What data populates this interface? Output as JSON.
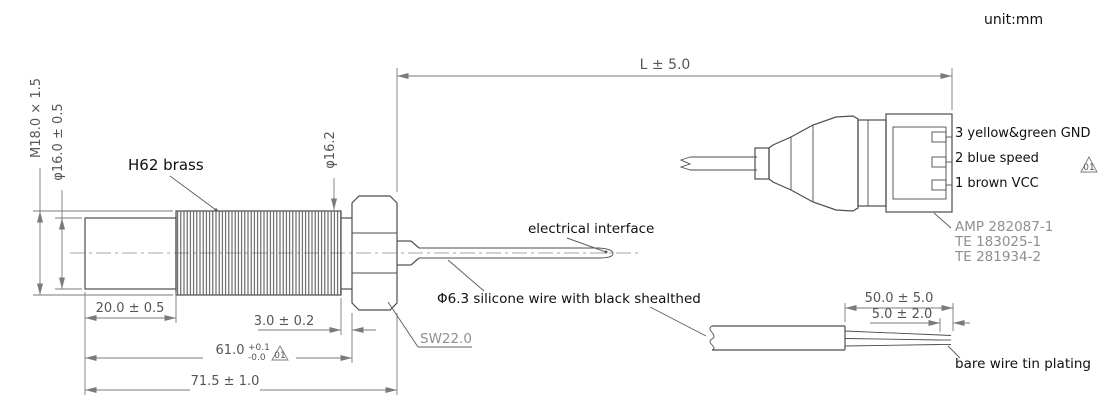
{
  "meta": {
    "unit_label": "unit:mm"
  },
  "sensor": {
    "material_label": "H62 brass",
    "thread_label": "M18.0 × 1.5",
    "body_dia_label": "φ16.0 ± 0.5",
    "thread_dia_label": "φ16.2",
    "hex_label": "SW22.0",
    "len_body": "20.0 ± 0.5",
    "len_neck": "3.0 ± 0.2",
    "len_thread": "61.0",
    "len_thread_tol_plus": "+0.1",
    "len_thread_tol_minus": "-0.0",
    "len_total": "71.5 ± 1.0"
  },
  "cable": {
    "length_label": "L ± 5.0",
    "interface_label": "electrical interface",
    "wire_note": "Φ6.3 silicone wire with black shealthed",
    "strip_len": "50.0 ± 5.0",
    "bare_len": "5.0 ± 2.0",
    "bare_note": "bare wire tin plating"
  },
  "connector": {
    "pin3": "3 yellow&green GND",
    "pin2": "2 blue speed",
    "pin1": "1 brown VCC",
    "part_numbers": [
      "AMP 282087-1",
      "TE 183025-1",
      "TE 281934-2"
    ]
  },
  "flags": {
    "rev": "01"
  }
}
